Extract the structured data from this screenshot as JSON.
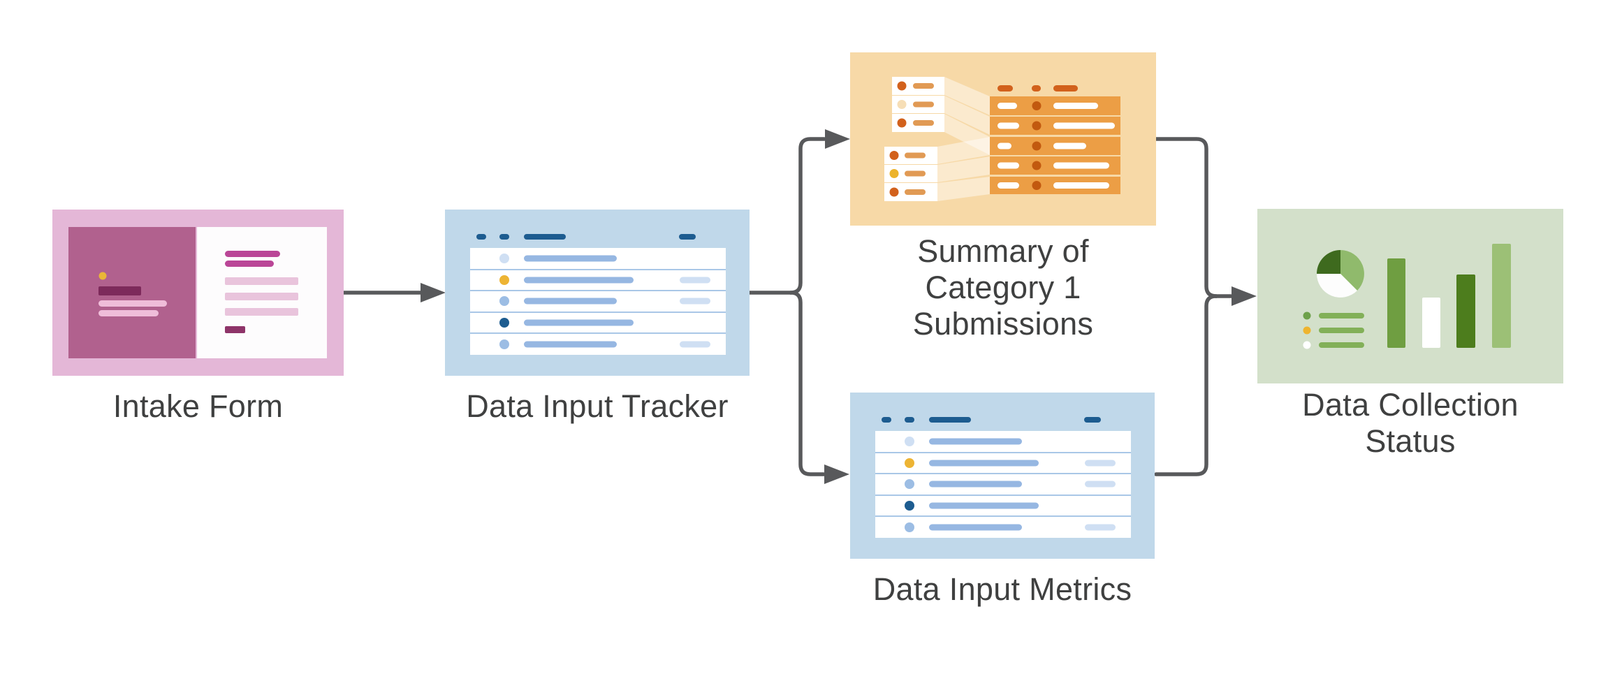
{
  "diagram": {
    "nodes": [
      {
        "id": "intake-form",
        "label": "Intake Form",
        "fill": "#e4b7d7",
        "icon": "form-icon"
      },
      {
        "id": "data-input-tracker",
        "label": "Data Input Tracker",
        "fill": "#c0d8ea",
        "icon": "data-table-icon"
      },
      {
        "id": "summary-category-1-submissions",
        "label": "Summary of\nCategory 1\nSubmissions",
        "fill": "#f7d9a7",
        "icon": "mapping-table-icon"
      },
      {
        "id": "data-input-metrics",
        "label": "Data Input Metrics",
        "fill": "#c0d8ea",
        "icon": "data-table-icon"
      },
      {
        "id": "data-collection-status",
        "label": "Data Collection\nStatus",
        "fill": "#d3e0ca",
        "icon": "charts-icon"
      }
    ],
    "edges": [
      {
        "from": "intake-form",
        "to": "data-input-tracker"
      },
      {
        "from": "data-input-tracker",
        "to": "summary-category-1-submissions"
      },
      {
        "from": "data-input-tracker",
        "to": "data-input-metrics"
      },
      {
        "from": "summary-category-1-submissions",
        "to": "data-collection-status"
      },
      {
        "from": "data-input-metrics",
        "to": "data-collection-status"
      }
    ],
    "colors": {
      "background": "#ffffff",
      "arrow": "#58595b",
      "label_text": "#3f4040",
      "pink_panel": "#b1618e",
      "pink_accent": "#ba4697",
      "blue_accent": "#1d5c90",
      "orange_accent": "#d2611c",
      "orange_row": "#ec9e45",
      "green_dark": "#3e6a1e",
      "green_mid": "#6f9e41",
      "green_light": "#9cc076",
      "yellow_dot": "#edb434"
    }
  }
}
